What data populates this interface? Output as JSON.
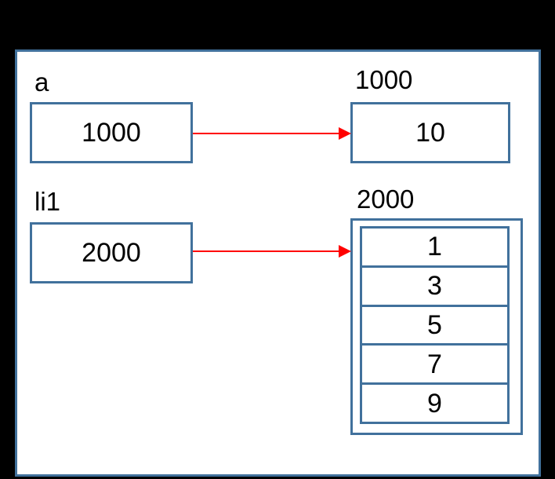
{
  "diagram": {
    "title_present": false,
    "colors": {
      "box_border": "#41719C",
      "arrow": "#FF0000",
      "background": "#FFFFFF",
      "canvas_margin": "#000000",
      "text": "#000000"
    },
    "variables": [
      {
        "name": "a",
        "pointer_value": "1000",
        "target_address_label": "1000",
        "target_kind": "scalar",
        "target_value": "10"
      },
      {
        "name": "li1",
        "pointer_value": "2000",
        "target_address_label": "2000",
        "target_kind": "list",
        "target_items": [
          "1",
          "3",
          "5",
          "7",
          "9"
        ]
      }
    ],
    "arrows": [
      {
        "name": "a-to-1000",
        "from": "a-pointer-box",
        "to": "address-1000-box"
      },
      {
        "name": "li1-to-2000",
        "from": "li1-pointer-box",
        "to": "address-2000-list"
      }
    ]
  }
}
